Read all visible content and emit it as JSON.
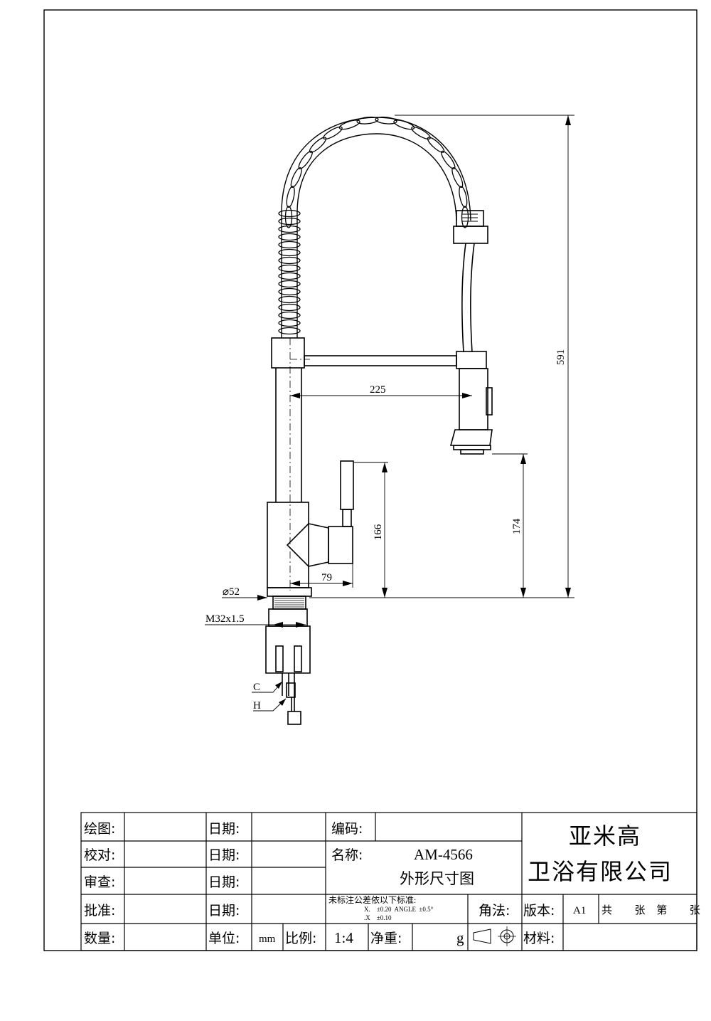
{
  "dimensions": {
    "spout_reach": "225",
    "total_height": "591",
    "handle_height": "166",
    "outlet_height": "174",
    "body_offset": "79",
    "base_diameter": "⌀52",
    "thread": "M32x1.5",
    "cold_label": "C",
    "hot_label": "H"
  },
  "title_block": {
    "labels": {
      "draw": "绘图:",
      "check": "校对:",
      "review": "审查:",
      "approve": "批准:",
      "quantity": "数量:",
      "date1": "日期:",
      "date2": "日期:",
      "date3": "日期:",
      "date4": "日期:",
      "unit": "单位:",
      "scale": "比例:",
      "code": "编码:",
      "name": "名称:",
      "net_weight": "净重:",
      "angle": "角法:",
      "version": "版本:",
      "material": "材料:"
    },
    "values": {
      "model": "AM-4566",
      "drawing_type": "外形尺寸图",
      "unit": "mm",
      "scale": "1:4",
      "weight_unit": "g",
      "version": "A1",
      "sheets": "共  张 第  张"
    },
    "tolerance": {
      "heading": "未标注公差依以下标准:",
      "line1": "X.    ±0.20  ANGLE  ±0.5°",
      "line2": ".X    ±0.10"
    },
    "company": {
      "line1": "亚米高",
      "line2": "卫浴有限公司"
    }
  }
}
